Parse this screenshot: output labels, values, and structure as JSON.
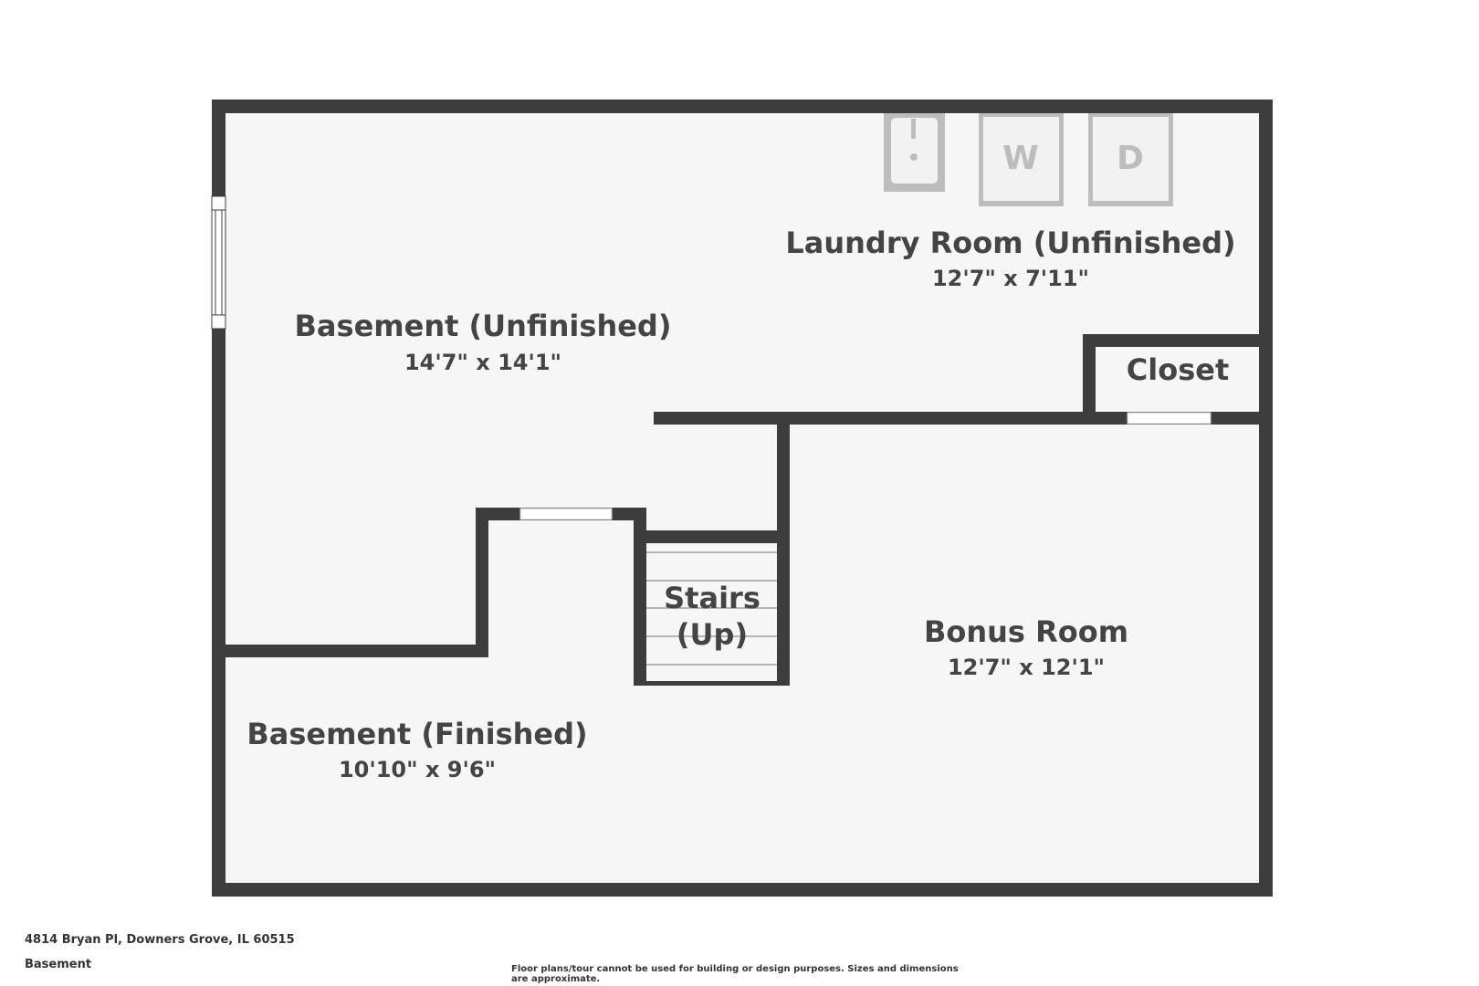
{
  "rooms": {
    "laundry": {
      "name": "Laundry Room (Unfinished)",
      "dims": "12'7\" x 7'11\""
    },
    "basement_unfinished": {
      "name": "Basement (Unfinished)",
      "dims": "14'7\" x 14'1\""
    },
    "closet": {
      "name": "Closet"
    },
    "stairs": {
      "line1": "Stairs",
      "line2": "(Up)"
    },
    "bonus": {
      "name": "Bonus Room",
      "dims": "12'7\" x 12'1\""
    },
    "basement_finished": {
      "name": "Basement (Finished)",
      "dims": "10'10\" x 9'6\""
    }
  },
  "appliances": {
    "washer": "W",
    "dryer": "D",
    "sink_icon": "utility-sink-icon"
  },
  "footer": {
    "address": "4814 Bryan Pl, Downers Grove, IL 60515",
    "floor": "Basement",
    "disclaimer": "Floor plans/tour cannot be used for building or design purposes. Sizes and dimensions are approximate."
  },
  "colors": {
    "wall": "#3d3d3d",
    "floor": "#f6f6f6",
    "appliance": "#bdbdbd",
    "text": "#444444"
  }
}
